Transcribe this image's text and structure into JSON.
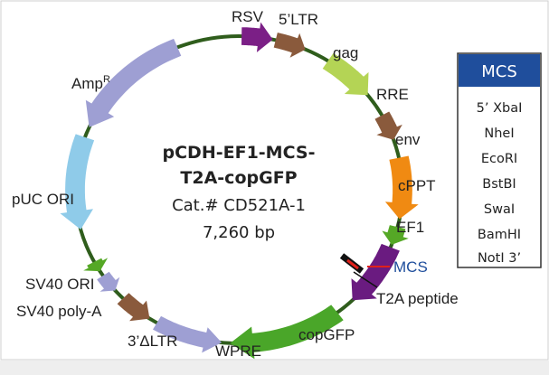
{
  "plasmid": {
    "name_line1": "pCDH-EF1-MCS-",
    "name_line2": "T2A-copGFP",
    "catalog": "Cat.# CD521A-1",
    "size": "7,260 bp"
  },
  "features": {
    "rsv": "RSV",
    "ltr5": "5’LTR",
    "gag": "gag",
    "rre": "RRE",
    "env": "env",
    "cppt": "cPPT",
    "ef1": "EF1",
    "mcs": "MCS",
    "t2a": "T2A peptide",
    "copgfp": "copGFP",
    "wpre": "WPRE",
    "ltr3": "3’ΔLTR",
    "sv40_polya": "SV40 poly-A",
    "sv40_ori": "SV40 ORI",
    "puc_ori": "pUC ORI",
    "amp": "Amp",
    "amp_sup": "R"
  },
  "mcs_legend": {
    "title": "MCS",
    "sites": [
      "5’ XbaI",
      "NheI",
      "EcoRI",
      "BstBI",
      "SwaI",
      "BamHI",
      "NotI 3’"
    ]
  },
  "colors": {
    "backbone": "#2f5d1c",
    "rsv": "#7b1f86",
    "ltr": "#8a5a3c",
    "gag": "#b4d455",
    "env": "#f08a12",
    "cppt": "#55a826",
    "ef1": "#6a1b80",
    "copgfp": "#4aa629",
    "wpre": "#9e9fd3",
    "amp": "#9e9fd3",
    "puc_ori": "#8fcbe9",
    "mcs_label": "#1f4e9c",
    "mcs_line": "#e0201a",
    "legend_header": "#1f4e9c"
  }
}
